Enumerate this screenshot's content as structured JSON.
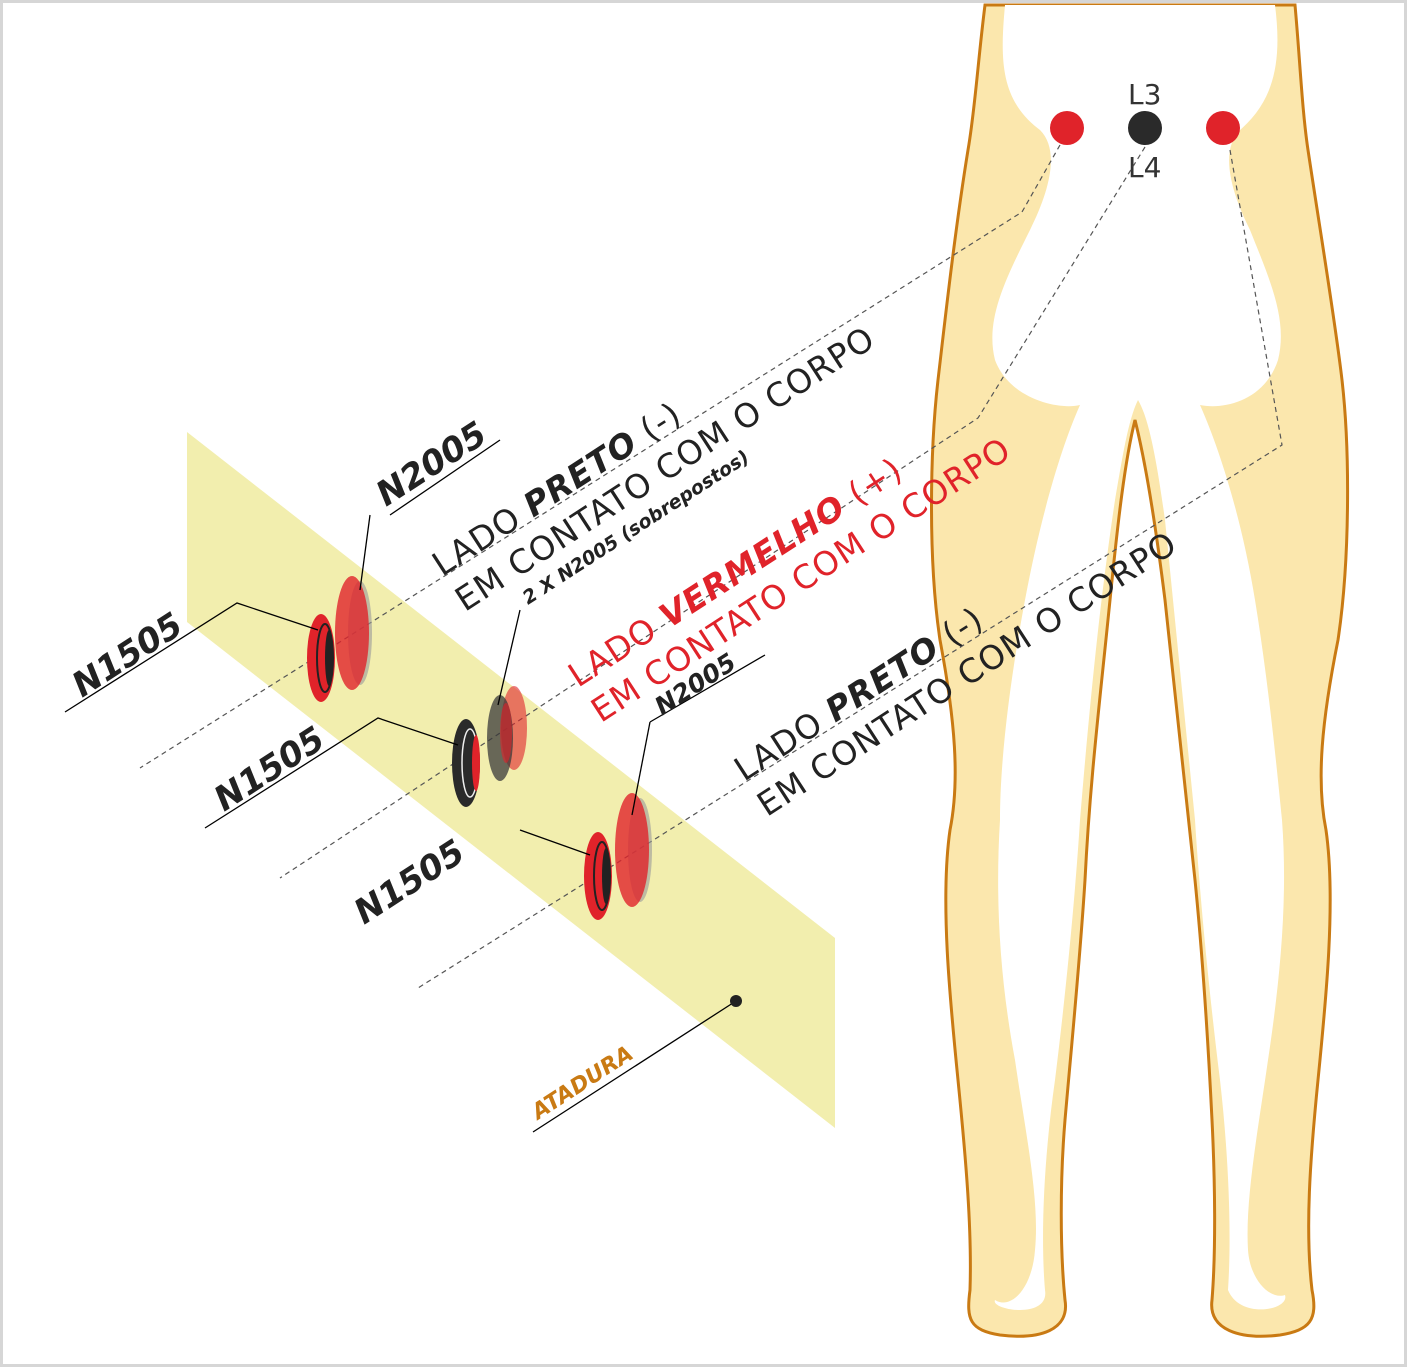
{
  "labels": {
    "n1505_top": "N1505",
    "n1505_mid": "N1505",
    "n1505_bot": "N1505",
    "n2005_top": "N2005",
    "n2005_bot": "N2005",
    "double_n2005": "2 X N2005 (sobrepostos)",
    "atadura": "ATADURA",
    "vertebra_l3": "L3",
    "vertebra_l4": "L4"
  },
  "notes": {
    "top_line1_prefix": "LADO ",
    "top_line1_bold": "PRETO",
    "top_line1_suffix": " (-)",
    "top_line2": "EM CONTATO COM O CORPO",
    "mid_line1_prefix": "LADO ",
    "mid_line1_bold": "VERMELHO",
    "mid_line1_suffix": " (+)",
    "mid_line2": "EM CONTATO COM O CORPO",
    "bot_line1_prefix": "LADO ",
    "bot_line1_bold": "PRETO",
    "bot_line1_suffix": " (-)",
    "bot_line2": "EM CONTATO COM O CORPO"
  },
  "colors": {
    "body_fill": "#fbe7ad",
    "body_outline": "#c97a13",
    "band": "#f2eeae",
    "red_point": "#e0232a",
    "black_point": "#2a2a2a",
    "red_text": "#e0232a",
    "atadura_text": "#c97a13"
  }
}
